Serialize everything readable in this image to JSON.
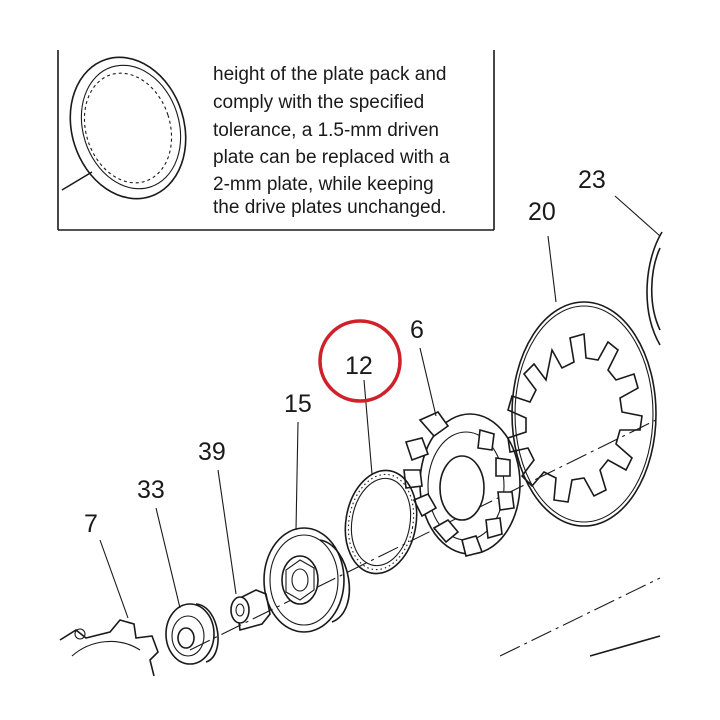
{
  "note": {
    "lines": [
      "height of the plate pack and",
      "comply with the specified",
      "tolerance, a 1.5-mm driven",
      "plate can be replaced with a",
      "2-mm plate, while keeping",
      "the drive plates unchanged."
    ]
  },
  "callouts": {
    "part_23": "23",
    "part_20": "20",
    "part_6": "6",
    "part_12": "12",
    "part_15": "15",
    "part_39": "39",
    "part_33": "33",
    "part_7": "7"
  },
  "highlight": {
    "target": "12",
    "color": "#d0202a"
  }
}
